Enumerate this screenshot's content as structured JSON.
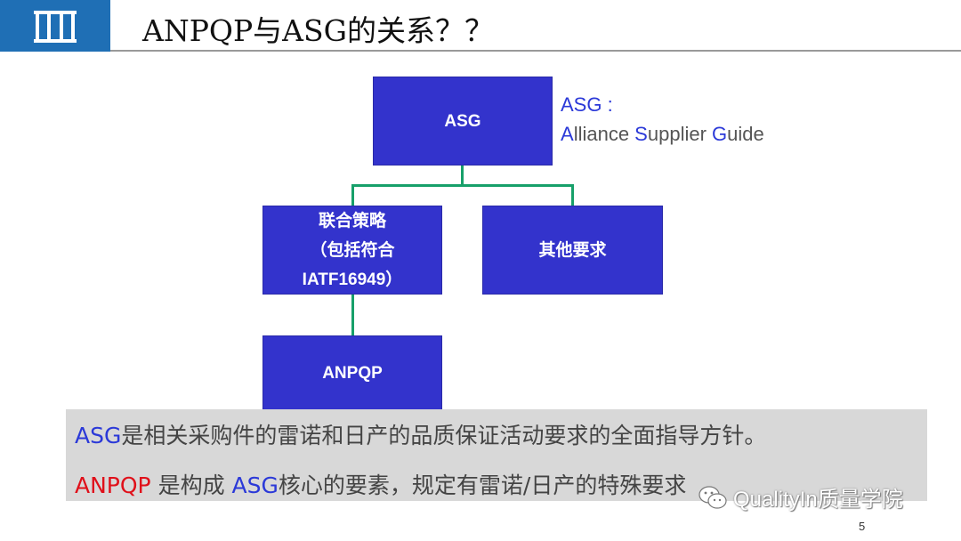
{
  "header": {
    "title": "ANPQP与ASG的关系？？",
    "logo_icon": "building-columns-icon"
  },
  "diagram": {
    "asg_box": "ASG",
    "asg_note": {
      "line1": "ASG :",
      "a_letter": "A",
      "a_rest": "lliance ",
      "s_letter": "S",
      "s_rest": "upplier ",
      "g_letter": "G",
      "g_rest": "uide"
    },
    "joint_box": {
      "line1": "联合策略",
      "line2": "（包括符合",
      "line3": "IATF16949）"
    },
    "other_box": "其他要求",
    "anpqp_box": "ANPQP"
  },
  "caption": {
    "line1_blue": "ASG",
    "line1_rest": "是相关采购件的雷诺和日产的品质保证活动要求的全面指导方针。",
    "line2_red": "ANPQP",
    "line2_mid": " 是构成 ",
    "line2_blue": "ASG",
    "line2_rest": "核心的要素，规定有雷诺/日产的特殊要求"
  },
  "watermark": "QualityIn质量学院",
  "page_number": "5",
  "colors": {
    "box_fill": "#3333cc",
    "connector": "#17a06a",
    "logo_bg": "#1f6fb5"
  }
}
